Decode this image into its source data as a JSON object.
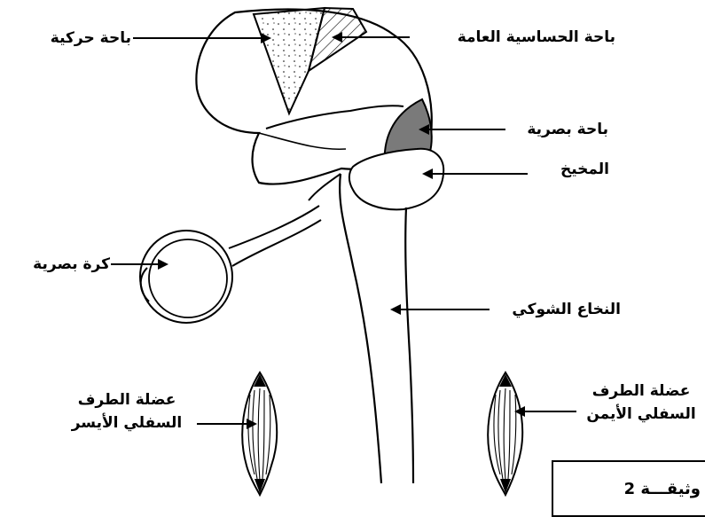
{
  "labels": {
    "motor_area": "باحة حركية",
    "sensory_area": "باحة الحساسية العامة",
    "visual_area": "باحة بصرية",
    "cerebellum": "المخيخ",
    "eyeball": "كرة بصرية",
    "spinal_cord": "النخاع الشوكي",
    "left_muscle_line1": "عضلة الطرف",
    "left_muscle_line2": "السفلي الأيسر",
    "right_muscle_line1": "عضلة الطرف",
    "right_muscle_line2": "السفلي الأيمن"
  },
  "document_label": "وثيقـــة 2",
  "colors": {
    "ink": "#000000",
    "visual_area_fill": "#7a7a7a",
    "background": "#ffffff"
  }
}
